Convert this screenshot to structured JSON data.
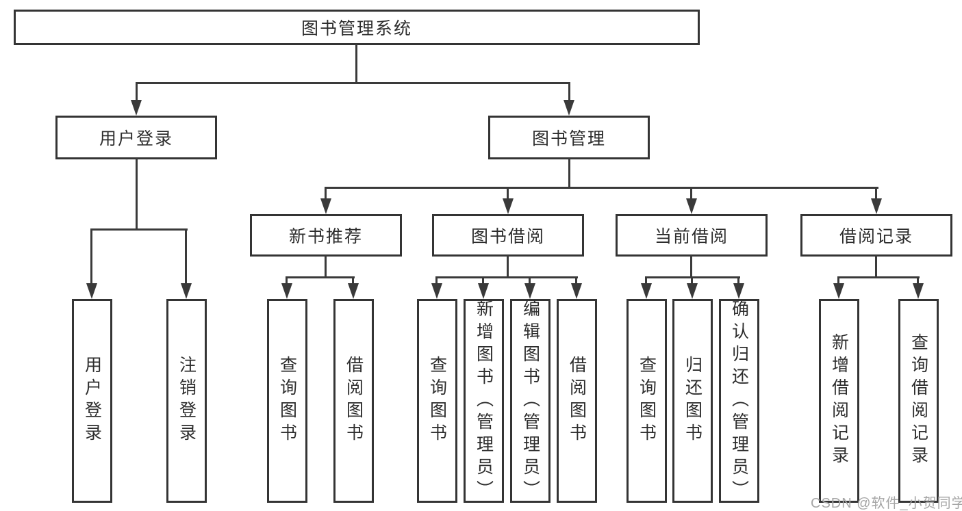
{
  "title": "图书管理系统",
  "tree": {
    "root": "图书管理系统",
    "level2": [
      {
        "label": "用户登录",
        "children": [
          "用户登录",
          "注销登录"
        ]
      },
      {
        "label": "图书管理"
      }
    ],
    "level3": [
      {
        "label": "新书推荐",
        "children": [
          "查询图书",
          "借阅图书"
        ]
      },
      {
        "label": "图书借阅",
        "children": [
          "查询图书",
          "新增图书（管理员）",
          "编辑图书（管理员）",
          "借阅图书"
        ]
      },
      {
        "label": "当前借阅",
        "children": [
          "查询图书",
          "归还图书",
          "确认归还（管理员）"
        ]
      },
      {
        "label": "借阅记录",
        "children": [
          "新增借阅记录",
          "查询借阅记录"
        ]
      }
    ]
  },
  "watermark": "CSDN @软件_小贺同学",
  "colors": {
    "line": "#3a3a3a",
    "border": "#343434",
    "text": "#2d2d2d",
    "watermark_text": "#a6a6a6",
    "background": "#ffffff"
  }
}
